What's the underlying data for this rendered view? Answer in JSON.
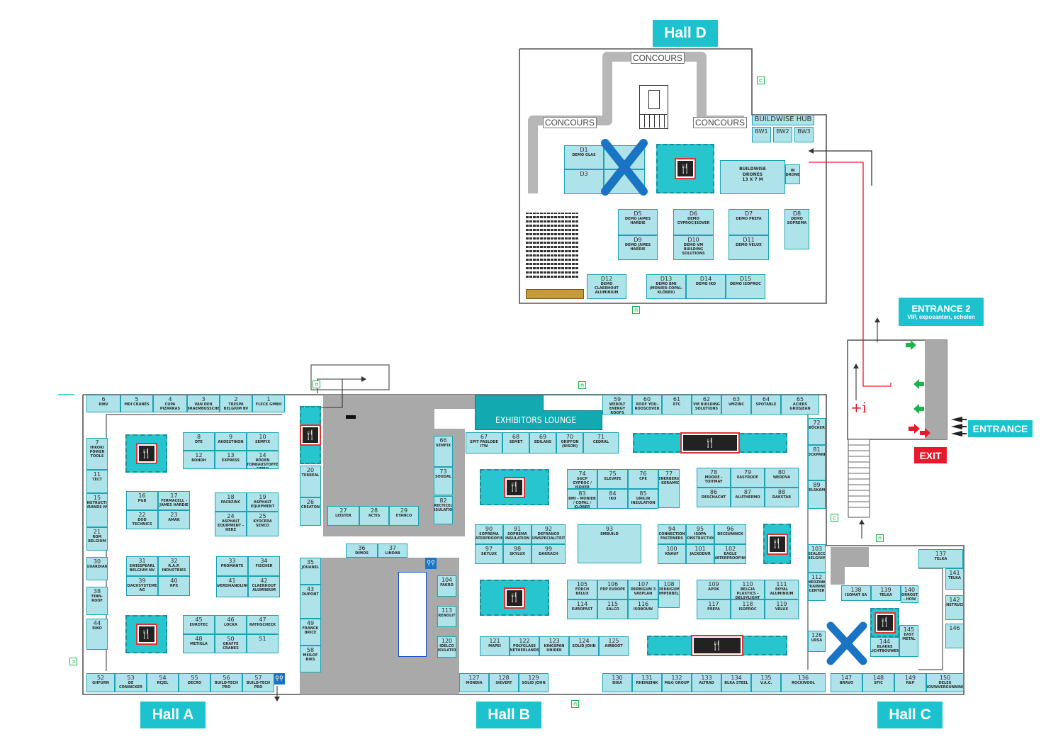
{
  "halls": {
    "hall_a": "Hall A",
    "hall_b": "Hall B",
    "hall_c": "Hall C",
    "hall_d": "Hall D"
  },
  "labels": {
    "concours": "CONCOURS",
    "buildwise_hub": "BUILDWISE HUB",
    "exhibitors_lounge": "EXHIBITORS LOUNGE",
    "entrance2": "ENTRANCE 2",
    "entrance2_sub": "VIP, exposanten, scholen",
    "entrance": "ENTRANCE",
    "exit": "EXIT",
    "info": "+i"
  },
  "colors": {
    "brand": "#1cc3cf",
    "booth_fill": "#aee3ea",
    "booth_border": "#1ba3b3",
    "exit_red": "#e8192c",
    "marker_x": "#1a74c4",
    "lift_green": "#1bb34b"
  },
  "markers": [
    "x-marker-hall-d",
    "x-marker-hall-c"
  ],
  "hall_d_booths": [
    {
      "id": "d1",
      "num": "D1",
      "name": "DEMO GLAS"
    },
    {
      "id": "d3",
      "num": "D3",
      "name": ""
    },
    {
      "id": "bw1",
      "num": "BW1",
      "name": ""
    },
    {
      "id": "bw2",
      "num": "BW2",
      "name": ""
    },
    {
      "id": "bw3",
      "num": "BW3",
      "name": ""
    },
    {
      "id": "drones",
      "num": "BUILDWISE DRONES",
      "name": "13 x 7 m"
    },
    {
      "id": "indrone",
      "num": "IN DRONE",
      "name": ""
    },
    {
      "id": "d5",
      "num": "D5",
      "name": "DEMO JAMES HARDIE"
    },
    {
      "id": "d6",
      "num": "D6",
      "name": "DEMO GYPROC/ISOVER"
    },
    {
      "id": "d7",
      "num": "D7",
      "name": "DEMO PREFA"
    },
    {
      "id": "d8",
      "num": "D8",
      "name": "DEMO SOPREMA"
    },
    {
      "id": "d9",
      "num": "D9",
      "name": "DEMO JAMES HARDIE"
    },
    {
      "id": "d10",
      "num": "D10",
      "name": "DEMO VM BUILDING SOLUTIONS"
    },
    {
      "id": "d11",
      "num": "D11",
      "name": "DEMO VELUX"
    },
    {
      "id": "d12",
      "num": "D12",
      "name": "DEMO CLAERHOUT ALUMINIUM"
    },
    {
      "id": "d13",
      "num": "D13",
      "name": "DEMO BMI (MONIER-COPAL-KLÖBER)"
    },
    {
      "id": "d14",
      "num": "D14",
      "name": "DEMO IKO"
    },
    {
      "id": "d15",
      "num": "D15",
      "name": "DEMO ISOPROC"
    }
  ],
  "booths": [
    {
      "num": "6",
      "name": "RIBV"
    },
    {
      "num": "5",
      "name": "MDI CRANES"
    },
    {
      "num": "4",
      "name": "CUPA PIZARRAS"
    },
    {
      "num": "3",
      "name": "VAN DEN BRAEMBUSSCHE"
    },
    {
      "num": "2",
      "name": "TRESPA BELGIUM BV"
    },
    {
      "num": "1",
      "name": "FLECK GMBH"
    },
    {
      "num": "7",
      "name": "HIKOKI POWER TOOLS"
    },
    {
      "num": "11",
      "name": "TECT"
    },
    {
      "num": "15",
      "name": "CONSTRUCTION BRANDS NV"
    },
    {
      "num": "21",
      "name": "ROM BELGIUM"
    },
    {
      "num": "30",
      "name": "GUARDIAN"
    },
    {
      "num": "38",
      "name": "FINN-ROOF"
    },
    {
      "num": "44",
      "name": "RIKO"
    },
    {
      "num": "8",
      "name": "DTE"
    },
    {
      "num": "9",
      "name": "AKOESTIKON"
    },
    {
      "num": "10",
      "name": "SEMFIX"
    },
    {
      "num": "12",
      "name": "BONDH"
    },
    {
      "num": "13",
      "name": "EXPRESS"
    },
    {
      "num": "14",
      "name": "RÖDEN TONBAUSTOFFE GMBH"
    },
    {
      "num": "16",
      "name": "PGB"
    },
    {
      "num": "17",
      "name": "FERMACELL - JAMES HARDIE"
    },
    {
      "num": "18",
      "name": "FACBZINC"
    },
    {
      "num": "19",
      "name": "ASPHALT EQUIPMENT"
    },
    {
      "num": "22",
      "name": "DOD TECHNICS"
    },
    {
      "num": "23",
      "name": "AMAK"
    },
    {
      "num": "24",
      "name": "ASPHALT EQUIPMENT - HERZ"
    },
    {
      "num": "25",
      "name": "KYOCERA SENCO"
    },
    {
      "num": "31",
      "name": "SWISSPEARL BELGIUM NV"
    },
    {
      "num": "32",
      "name": "R.A.P. INDUSTRIES"
    },
    {
      "num": "33",
      "name": "PROMANTE"
    },
    {
      "num": "34",
      "name": "FISCHER"
    },
    {
      "num": "39",
      "name": "DACHSYSTEME AG"
    },
    {
      "num": "40",
      "name": "RPX"
    },
    {
      "num": "41",
      "name": "AVERDHANDLING"
    },
    {
      "num": "42",
      "name": "CLAERHOUT ALUMINIUM"
    },
    {
      "num": "45",
      "name": "EUROTEC"
    },
    {
      "num": "46",
      "name": "LOCKA"
    },
    {
      "num": "47",
      "name": "RATHSCHECK"
    },
    {
      "num": "48",
      "name": "METIGLA"
    },
    {
      "num": "50",
      "name": "GRAFFE CRANES"
    },
    {
      "num": "51",
      "name": ""
    },
    {
      "num": "52",
      "name": "GHFURN"
    },
    {
      "num": "53",
      "name": "DE CONINCKER"
    },
    {
      "num": "54",
      "name": "RCJEL"
    },
    {
      "num": "55",
      "name": "DECRO"
    },
    {
      "num": "56",
      "name": "BUILD-TECH PRO"
    },
    {
      "num": "57",
      "name": "BUILD-TECH PRO"
    },
    {
      "num": "20",
      "name": "TERREAL"
    },
    {
      "num": "26",
      "name": "CREATON"
    },
    {
      "num": "27",
      "name": "LEISTER"
    },
    {
      "num": "28",
      "name": "ACTIS"
    },
    {
      "num": "29",
      "name": "ETANCO"
    },
    {
      "num": "35",
      "name": "JOUANEL"
    },
    {
      "num": "36",
      "name": "DIMOS"
    },
    {
      "num": "37",
      "name": "LINDAB"
    },
    {
      "num": "43",
      "name": "DUPONT"
    },
    {
      "num": "49",
      "name": "FRANCK BRICE"
    },
    {
      "num": "58",
      "name": "MEILOF BIKS"
    },
    {
      "num": "59",
      "name": "WEROLT ENERGY ROOFS"
    },
    {
      "num": "60",
      "name": "ROOF YOU-ROOSCOVER"
    },
    {
      "num": "61",
      "name": "ETC"
    },
    {
      "num": "62",
      "name": "VM BUILDING SOLUTIONS"
    },
    {
      "num": "63",
      "name": "VMZINC"
    },
    {
      "num": "64",
      "name": "SPOTABLE"
    },
    {
      "num": "65",
      "name": "ACIERS GROSJEAN"
    },
    {
      "num": "66",
      "name": "SEMFIX"
    },
    {
      "num": "67",
      "name": "SPIT PASLODE ITW"
    },
    {
      "num": "68",
      "name": "SEMET"
    },
    {
      "num": "69",
      "name": "EDILANS"
    },
    {
      "num": "70",
      "name": "GRIFFON (BISON)"
    },
    {
      "num": "71",
      "name": "CEDRAL"
    },
    {
      "num": "72",
      "name": "BÖCKER"
    },
    {
      "num": "73",
      "name": "SOUDAL"
    },
    {
      "num": "74",
      "name": "SGCP GYPROC / ISOVER"
    },
    {
      "num": "75",
      "name": "ELEVATE"
    },
    {
      "num": "76",
      "name": "CPE"
    },
    {
      "num": "77",
      "name": "WIENERBERGER - KERAMIC"
    },
    {
      "num": "78",
      "name": "MOODE - TOITMAY"
    },
    {
      "num": "79",
      "name": "EASYROOF"
    },
    {
      "num": "80",
      "name": "WERDVA"
    },
    {
      "num": "81",
      "name": "ROCKPANEL"
    },
    {
      "num": "82",
      "name": "RECTICEL INSULATION"
    },
    {
      "num": "83",
      "name": "BMI - MONIER / COPAL / KLÖBER"
    },
    {
      "num": "84",
      "name": "IKO"
    },
    {
      "num": "85",
      "name": "UNILIN INSULATION"
    },
    {
      "num": "86",
      "name": "DESCHACHT"
    },
    {
      "num": "87",
      "name": "ALUTHERMO"
    },
    {
      "num": "88",
      "name": "DAKSTAR"
    },
    {
      "num": "89",
      "name": "NELSKAMP"
    },
    {
      "num": "90",
      "name": "SOPREMA WATERPROOFING"
    },
    {
      "num": "91",
      "name": "SOPREMA INSULATION"
    },
    {
      "num": "92",
      "name": "DEFRANCO BOUWSPECIALITEITEN"
    },
    {
      "num": "93",
      "name": "EMBUILD"
    },
    {
      "num": "94",
      "name": "CONNECTION FASTENERS"
    },
    {
      "num": "95",
      "name": "ISOPA CONSTRUCTION"
    },
    {
      "num": "96",
      "name": "DECEUNINCK"
    },
    {
      "num": "97",
      "name": "SKYLUX"
    },
    {
      "num": "98",
      "name": "SKYLUX"
    },
    {
      "num": "99",
      "name": "DAKRACH"
    },
    {
      "num": "100",
      "name": "KNAUF"
    },
    {
      "num": "101",
      "name": "JACKODUR"
    },
    {
      "num": "102",
      "name": "EAGLE WATERPROOFING"
    },
    {
      "num": "103",
      "name": "SEALECO BELGIUM"
    },
    {
      "num": "104",
      "name": "FAKRO"
    },
    {
      "num": "105",
      "name": "FÖRCH BELUX"
    },
    {
      "num": "106",
      "name": "FRP EUROPE"
    },
    {
      "num": "107",
      "name": "DERBIGUM 3 VAEPLAN"
    },
    {
      "num": "108",
      "name": "DERBIGUM (IMPERBEL)"
    },
    {
      "num": "109",
      "name": "APOK"
    },
    {
      "num": "110",
      "name": "BELGIA PLASTICS - DELSYLIGHT"
    },
    {
      "num": "111",
      "name": "ROYAL ALUMINIUM"
    },
    {
      "num": "112",
      "name": "NEDZINK TRAINING CENTER"
    },
    {
      "num": "113",
      "name": "RENOLIT"
    },
    {
      "num": "114",
      "name": "EUROFAST"
    },
    {
      "num": "115",
      "name": "SALCO"
    },
    {
      "num": "116",
      "name": "ISOBOUW"
    },
    {
      "num": "117",
      "name": "PREFA"
    },
    {
      "num": "118",
      "name": "ISOPROC"
    },
    {
      "num": "119",
      "name": "VELUX"
    },
    {
      "num": "120",
      "name": "IDELCO INSULATION"
    },
    {
      "num": "121",
      "name": "MAPEI"
    },
    {
      "num": "122",
      "name": "POLYGLASS NETHERLANDS"
    },
    {
      "num": "123",
      "name": "KINGSPAN UNIDEK"
    },
    {
      "num": "124",
      "name": "SOLID JOHN"
    },
    {
      "num": "125",
      "name": "AIRBOOT"
    },
    {
      "num": "126",
      "name": "URSA"
    },
    {
      "num": "127",
      "name": "MONDIA"
    },
    {
      "num": "128",
      "name": "SIEVERT"
    },
    {
      "num": "129",
      "name": "SOLID JOHN"
    },
    {
      "num": "130",
      "name": "DIKA"
    },
    {
      "num": "131",
      "name": "RHEINZINK"
    },
    {
      "num": "132",
      "name": "M&G GROUP"
    },
    {
      "num": "133",
      "name": "ALTRAD"
    },
    {
      "num": "134",
      "name": "BLKA STEEL"
    },
    {
      "num": "135",
      "name": "V.A.C."
    },
    {
      "num": "136",
      "name": "ROCKWOOL"
    },
    {
      "num": "137",
      "name": "TELKA"
    },
    {
      "num": "138",
      "name": "ISOMAT SA"
    },
    {
      "num": "139",
      "name": "TELKA"
    },
    {
      "num": "140",
      "name": "CORROSTA - HOW"
    },
    {
      "num": "141",
      "name": "TELKA"
    },
    {
      "num": "142",
      "name": "CONSTRUCITY"
    },
    {
      "num": "144",
      "name": "BLAKKE LICHTBOUWEN"
    },
    {
      "num": "145",
      "name": "EAST METAL"
    },
    {
      "num": "146",
      "name": ""
    },
    {
      "num": "147",
      "name": "BRAVO"
    },
    {
      "num": "148",
      "name": "SFIC"
    },
    {
      "num": "149",
      "name": "R&P"
    },
    {
      "num": "150",
      "name": "DELEX BOUWVERGUNNING"
    }
  ]
}
